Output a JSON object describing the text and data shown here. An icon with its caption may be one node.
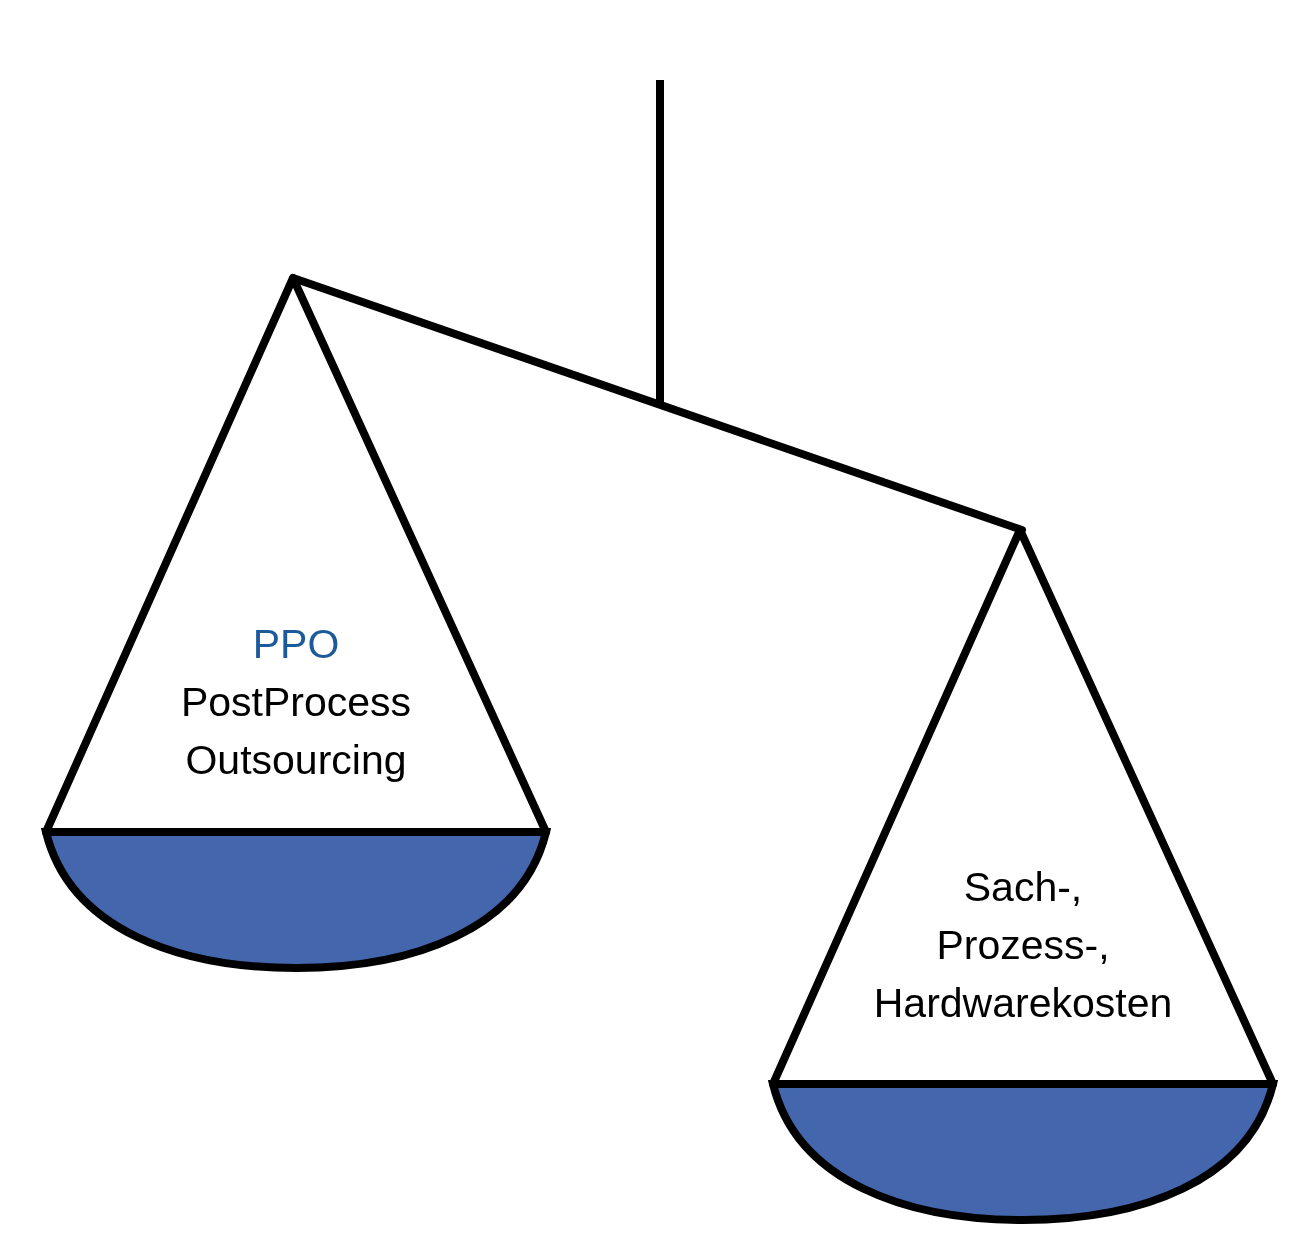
{
  "diagram": {
    "nodes": [
      {
        "text": [
          "PPO",
          "PostProcess Outsourcing"
        ]
      },
      {
        "text": [
          "Sach-, Prozess-, Hardwarekosten"
        ]
      }
    ]
  }
}
